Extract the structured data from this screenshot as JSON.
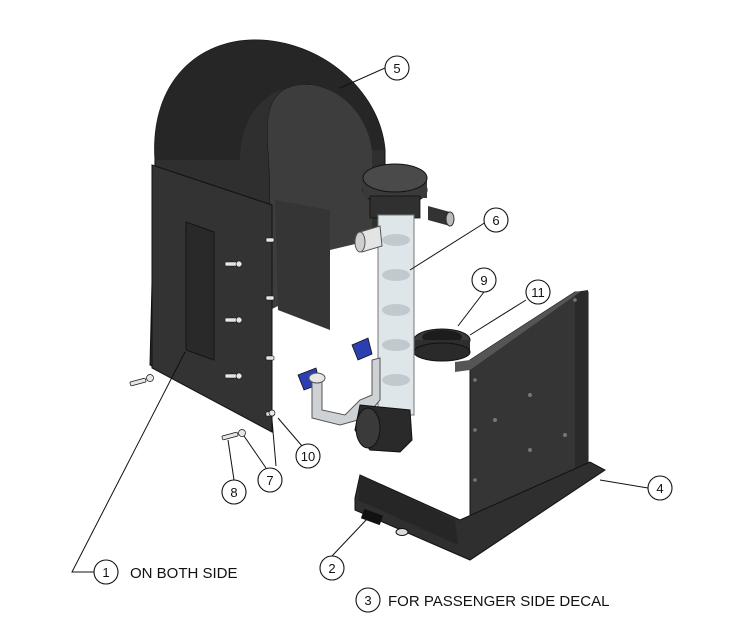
{
  "callouts": [
    {
      "id": "1",
      "label": "1"
    },
    {
      "id": "2",
      "label": "2"
    },
    {
      "id": "3",
      "label": "3"
    },
    {
      "id": "4",
      "label": "4"
    },
    {
      "id": "5",
      "label": "5"
    },
    {
      "id": "6",
      "label": "6"
    },
    {
      "id": "7",
      "label": "7"
    },
    {
      "id": "8",
      "label": "8"
    },
    {
      "id": "9",
      "label": "9"
    },
    {
      "id": "10",
      "label": "10"
    },
    {
      "id": "11",
      "label": "11"
    }
  ],
  "notes": {
    "callout_1": "ON BOTH SIDE",
    "callout_3": "FOR PASSENGER SIDE DECAL"
  },
  "colors": {
    "part_dark": "#2b2b2b",
    "part_mid": "#3a3a3a",
    "part_light": "#4a4a4a",
    "tube": "#dfe6ea",
    "valve_blue": "#2b3fb0",
    "pipe_gray": "#cfd2d4"
  }
}
